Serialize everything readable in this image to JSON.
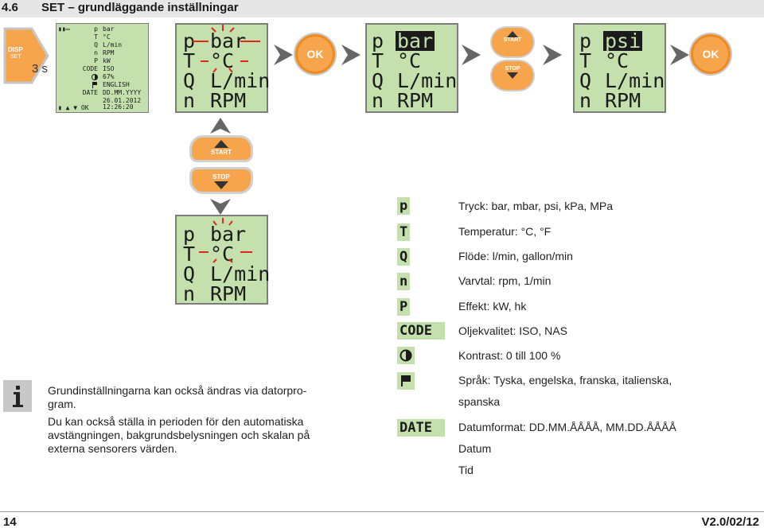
{
  "header": {
    "section_number": "4.6",
    "title": "SET – grundläggande inställningar"
  },
  "disp_button": {
    "line1": "DISP",
    "line2": "SET",
    "hold_time": "3 s"
  },
  "small_screen": {
    "rows": [
      {
        "key": "p",
        "value": "bar"
      },
      {
        "key": "T",
        "value": "°C"
      },
      {
        "key": "Q",
        "value": "L/min"
      },
      {
        "key": "n",
        "value": "RPM"
      },
      {
        "key": "P",
        "value": "kW"
      },
      {
        "key": "CODE",
        "value": "ISO"
      },
      {
        "key": "contrast-icon",
        "value": "67%"
      },
      {
        "key": "flag-icon",
        "value": "ENGLISH"
      },
      {
        "key": "DATE",
        "value": "DD.MM.YYYY"
      },
      {
        "key": "",
        "value": "26.01.2012"
      },
      {
        "key": "",
        "value": "12:26:20"
      }
    ],
    "footer_ok": "OK"
  },
  "screens": {
    "screen1": {
      "rows": [
        {
          "k": "p",
          "v": "bar"
        },
        {
          "k": "T",
          "v": "°C"
        },
        {
          "k": "Q",
          "v": "L/min"
        },
        {
          "k": "n",
          "v": "RPM"
        }
      ]
    },
    "screen2": {
      "rows": [
        {
          "k": "p",
          "v": "bar"
        },
        {
          "k": "T",
          "v": "°C"
        },
        {
          "k": "Q",
          "v": "L/min"
        },
        {
          "k": "n",
          "v": "RPM"
        }
      ]
    },
    "screen3": {
      "rows": [
        {
          "k": "p",
          "v": "psi"
        },
        {
          "k": "T",
          "v": "°C"
        },
        {
          "k": "Q",
          "v": "L/min"
        },
        {
          "k": "n",
          "v": "RPM"
        }
      ]
    },
    "screen4": {
      "rows": [
        {
          "k": "p",
          "v": "bar"
        },
        {
          "k": "T",
          "v": "°C"
        },
        {
          "k": "Q",
          "v": "L/min"
        },
        {
          "k": "n",
          "v": "RPM"
        }
      ]
    }
  },
  "buttons": {
    "ok": "OK",
    "start": "START",
    "stop": "STOP"
  },
  "legend": [
    {
      "symbol": "p",
      "text": "Tryck: bar, mbar, psi, kPa, MPa"
    },
    {
      "symbol": "T",
      "text": "Temperatur: °C, °F"
    },
    {
      "symbol": "Q",
      "text": "Flöde: l/min, gallon/min"
    },
    {
      "symbol": "n",
      "text": "Varvtal: rpm, 1/min"
    },
    {
      "symbol": "P",
      "text": "Effekt: kW, hk"
    },
    {
      "symbol": "CODE",
      "text": "Oljekvalitet: ISO, NAS"
    },
    {
      "symbol": "",
      "text": "Kontrast: 0 till 100 %"
    },
    {
      "symbol": "",
      "text": "Språk: Tyska, engelska, franska, italienska,",
      "text2": "spanska"
    },
    {
      "symbol": "DATE",
      "text": "Datumformat: DD.MM.ÅÅÅÅ, MM.DD.ÅÅÅÅ",
      "text2": "Datum",
      "text3": "Tid"
    }
  ],
  "note": {
    "icon": "info-icon",
    "p1a": "Grundinställningarna kan också ändras via datorpro-",
    "p1b": "gram.",
    "p2a": "Du kan också ställa in perioden för den automatiska",
    "p2b": "avstängningen, bakgrundsbelysningen och skalan på",
    "p2c": "externa sensorers värden."
  },
  "footer": {
    "page": "14",
    "version": "V2.0/02/12"
  },
  "colors": {
    "lcd": "#c4e0ad",
    "accent": "#f7a54c",
    "blink": "#e0281e"
  }
}
